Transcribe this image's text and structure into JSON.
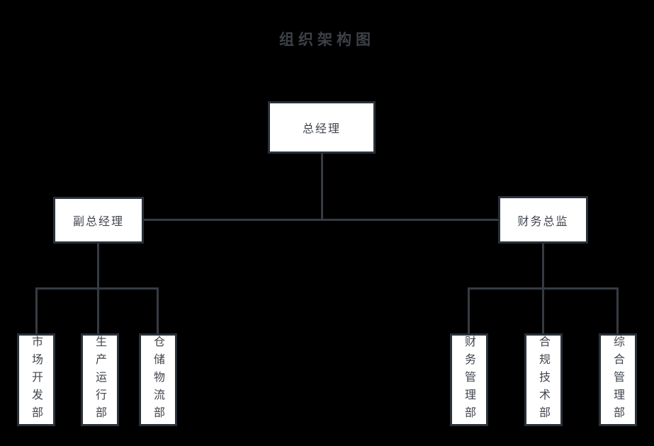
{
  "title": "组织架构图",
  "colors": {
    "background": "#000000",
    "box_fill": "#ffffff",
    "box_border": "#2a313b",
    "connector_line": "#363b42",
    "text": "#40454d",
    "title_text": "#3d4147"
  },
  "nodes": {
    "root": {
      "label": "总经理"
    },
    "deputy": {
      "label": "副总经理"
    },
    "finance_director": {
      "label": "财务总监"
    },
    "deputy_children": [
      {
        "label": "市场开发部"
      },
      {
        "label": "生产运行部"
      },
      {
        "label": "仓储物流部"
      }
    ],
    "finance_children": [
      {
        "label": "财务管理部"
      },
      {
        "label": "合规技术部"
      },
      {
        "label": "综合管理部"
      }
    ]
  }
}
